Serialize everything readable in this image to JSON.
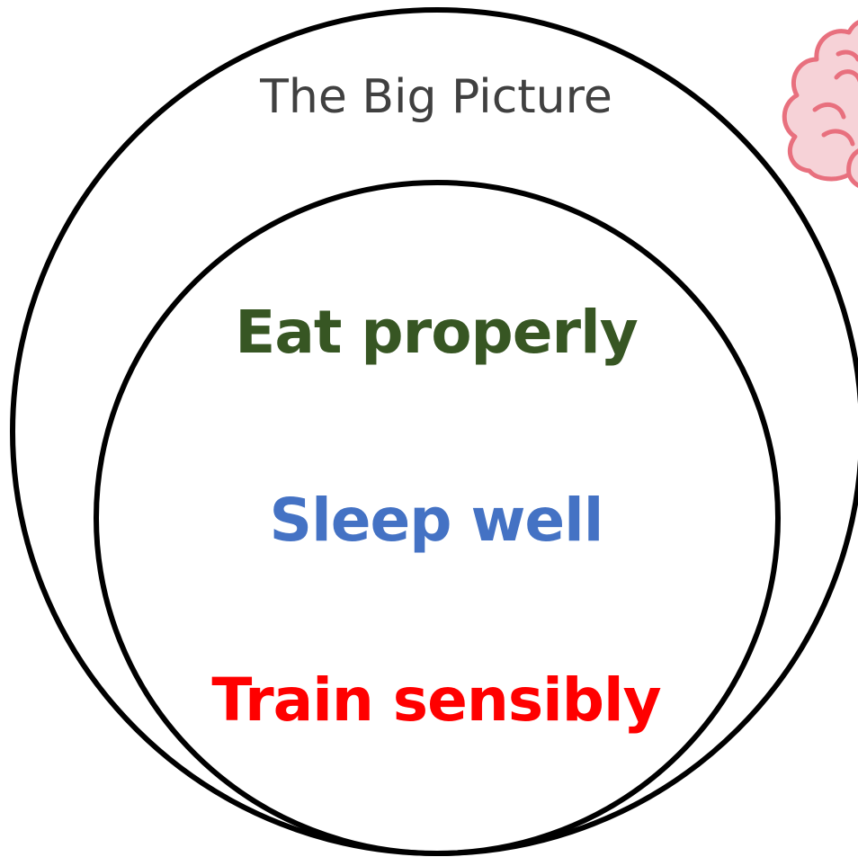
{
  "diagram": {
    "outer_label": "The Big Picture",
    "items": [
      {
        "label": "Eat properly",
        "color": "#375623"
      },
      {
        "label": "Sleep well",
        "color": "#4472C4"
      },
      {
        "label": "Train sensibly",
        "color": "#FF0000"
      }
    ],
    "circle_stroke_color": "#000000",
    "decoration": {
      "icon": "brain-icon",
      "color": "#E8707E"
    }
  }
}
